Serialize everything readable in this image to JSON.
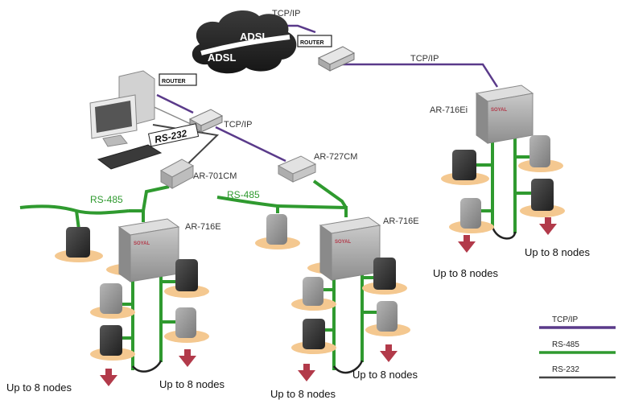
{
  "network": {
    "cloud_label_1": "ADSL",
    "cloud_label_2": "ADSL",
    "tcpip_top": "TCP/IP",
    "tcpip_right": "TCP/IP",
    "tcpip_mid": "TCP/IP",
    "router_left": "ROUTER",
    "router_right": "ROUTER",
    "rs232": "RS-232",
    "ar701cm": "AR-701CM",
    "ar727cm": "AR-727CM",
    "rs485_left": "RS-485",
    "rs485_mid": "RS-485",
    "ar716e_left": "AR-716E",
    "ar716e_mid": "AR-716E",
    "ar716ei": "AR-716Ei",
    "controller_brand": "SOYAL"
  },
  "nodes": {
    "left_1": "Up to 8 nodes",
    "left_2": "Up to 8 nodes",
    "mid_1": "Up to 8 nodes",
    "mid_2": "Up to 8 nodes",
    "right_1": "Up to 8 nodes",
    "right_2": "Up to 8 nodes"
  },
  "legend": {
    "items": [
      {
        "label": "TCP/IP",
        "color": "#5a3a8a"
      },
      {
        "label": "RS-485",
        "color": "#2f9a2f"
      },
      {
        "label": "RS-232",
        "color": "#444444"
      }
    ]
  },
  "colors": {
    "tcpip": "#5a3a8a",
    "rs485": "#2f9a2f",
    "rs232": "#444444",
    "arrow": "#b23a4a",
    "shadow": "#f4c890"
  }
}
